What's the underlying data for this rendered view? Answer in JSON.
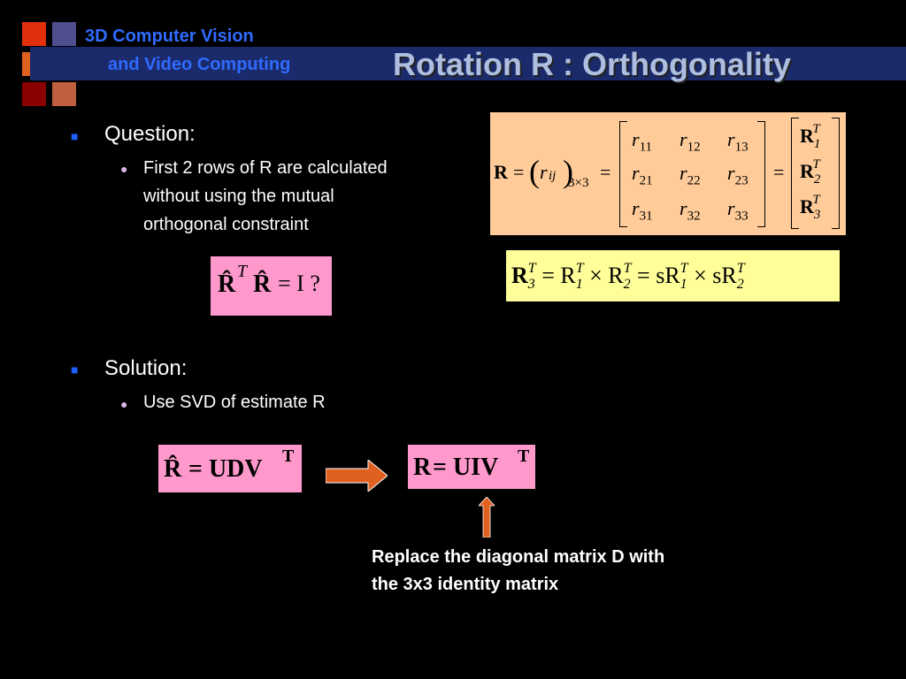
{
  "header": {
    "course_line1": "3D Computer Vision",
    "course_line2": "and Video Computing",
    "title": "Rotation R : Orthogonality",
    "logo_colors": [
      "#e2300e",
      "#4f4f8f",
      "#e06020",
      "#b02040",
      "#8b0000",
      "#c06040"
    ]
  },
  "bullets": {
    "question": {
      "label": "Question:",
      "sub": [
        "First 2 rows of R are calculated",
        "without using the mutual",
        "orthogonal constraint"
      ]
    },
    "solution": {
      "label": "Solution:",
      "sub": [
        "Use SVD of estimate R"
      ]
    }
  },
  "equations": {
    "matrix_def": {
      "lhs": "R",
      "eq": "=",
      "rij": "r",
      "rij_sub": "ij",
      "dim": "3×3",
      "entries": [
        [
          "r",
          "11"
        ],
        [
          "r",
          "12"
        ],
        [
          "r",
          "13"
        ],
        [
          "r",
          "21"
        ],
        [
          "r",
          "22"
        ],
        [
          "r",
          "23"
        ],
        [
          "r",
          "31"
        ],
        [
          "r",
          "32"
        ],
        [
          "r",
          "33"
        ]
      ],
      "rows_T": [
        [
          "R",
          "1",
          "T"
        ],
        [
          "R",
          "2",
          "T"
        ],
        [
          "R",
          "3",
          "T"
        ]
      ]
    },
    "question_eq": {
      "rhat": "R̂",
      "T": "T",
      "eq": "= I ?"
    },
    "cross_eq": {
      "text_parts": [
        "R",
        "3",
        "T",
        "= R",
        "1",
        "T",
        "× R",
        "2",
        "T",
        "= sR",
        "1",
        "T",
        "× sR",
        "2",
        "T"
      ]
    },
    "svd": {
      "lhs": "R̂",
      "eq": "= UDV",
      "T": "T"
    },
    "result": {
      "lhs": "R",
      "eq": "= UIV",
      "T": "T"
    }
  },
  "note": [
    "Replace the diagonal matrix D with",
    "the 3x3 identity matrix"
  ],
  "colors": {
    "pink": "#ff99cc",
    "yellow": "#ffff99",
    "peach": "#ffcc99",
    "arrow": "#e06020"
  }
}
